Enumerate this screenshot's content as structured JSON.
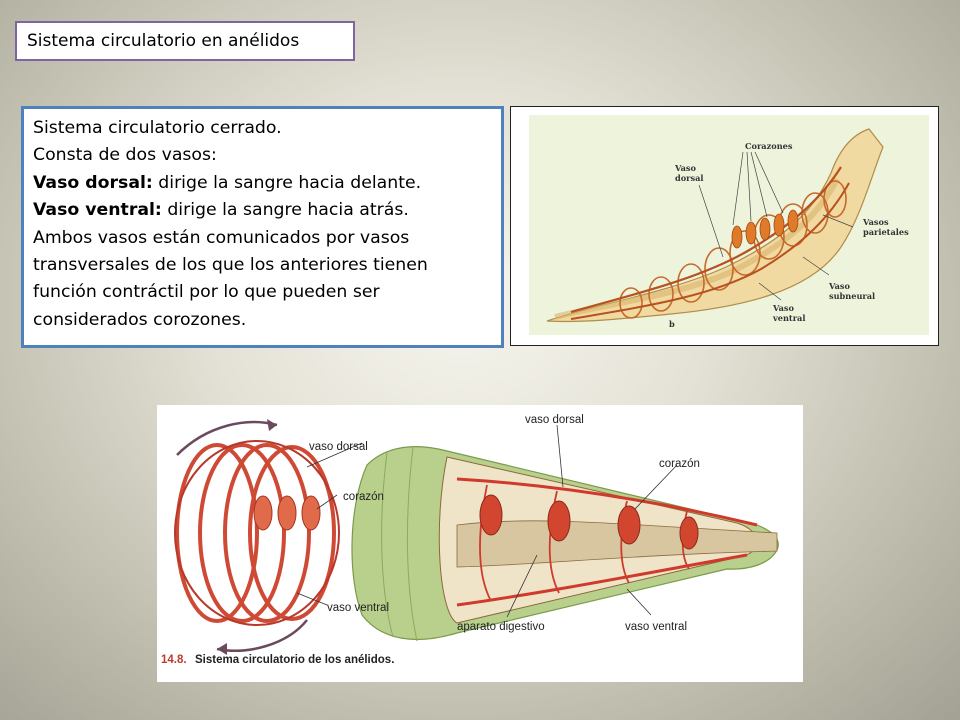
{
  "title": "Sistema circulatorio en anélidos",
  "text": {
    "line1": "Sistema circulatorio cerrado.",
    "line2": "Consta de dos vasos:",
    "dorsal_term": "Vaso dorsal:",
    "dorsal_desc": " dirige la sangre hacia delante.",
    "ventral_term": "Vaso ventral:",
    "ventral_desc": " dirige la sangre hacia atrás.",
    "para": [
      "Ambos vasos están comunicados por vasos",
      "transversales de los que los anteriores tienen",
      "función contráctil por lo que pueden ser",
      "considerados corozones."
    ]
  },
  "figure_top": {
    "labels": {
      "corazones": "Corazones",
      "vaso_dorsal_1": "Vaso",
      "vaso_dorsal_2": "dorsal",
      "vasos_parietales_1": "Vasos",
      "vasos_parietales_2": "parietales",
      "vaso_subneural_1": "Vaso",
      "vaso_subneural_2": "subneural",
      "vaso_ventral_1": "Vaso",
      "vaso_ventral_2": "ventral",
      "panel_letter": "b"
    }
  },
  "figure_bottom": {
    "labels": {
      "vaso_dorsal_left": "vaso dorsal",
      "corazon_left": "corazón",
      "vaso_ventral_left": "vaso ventral",
      "vaso_dorsal_right": "vaso dorsal",
      "corazon_right": "corazón",
      "aparato_digestivo": "aparato digestivo",
      "vaso_ventral_right": "vaso ventral"
    },
    "caption_number": "14.8.",
    "caption_text": "Sistema circulatorio de los anélidos."
  },
  "colors": {
    "title_border": "#8064a2",
    "text_border": "#4f81bd",
    "vessel_red": "#c9402c",
    "heart_orange": "#e07a28"
  }
}
